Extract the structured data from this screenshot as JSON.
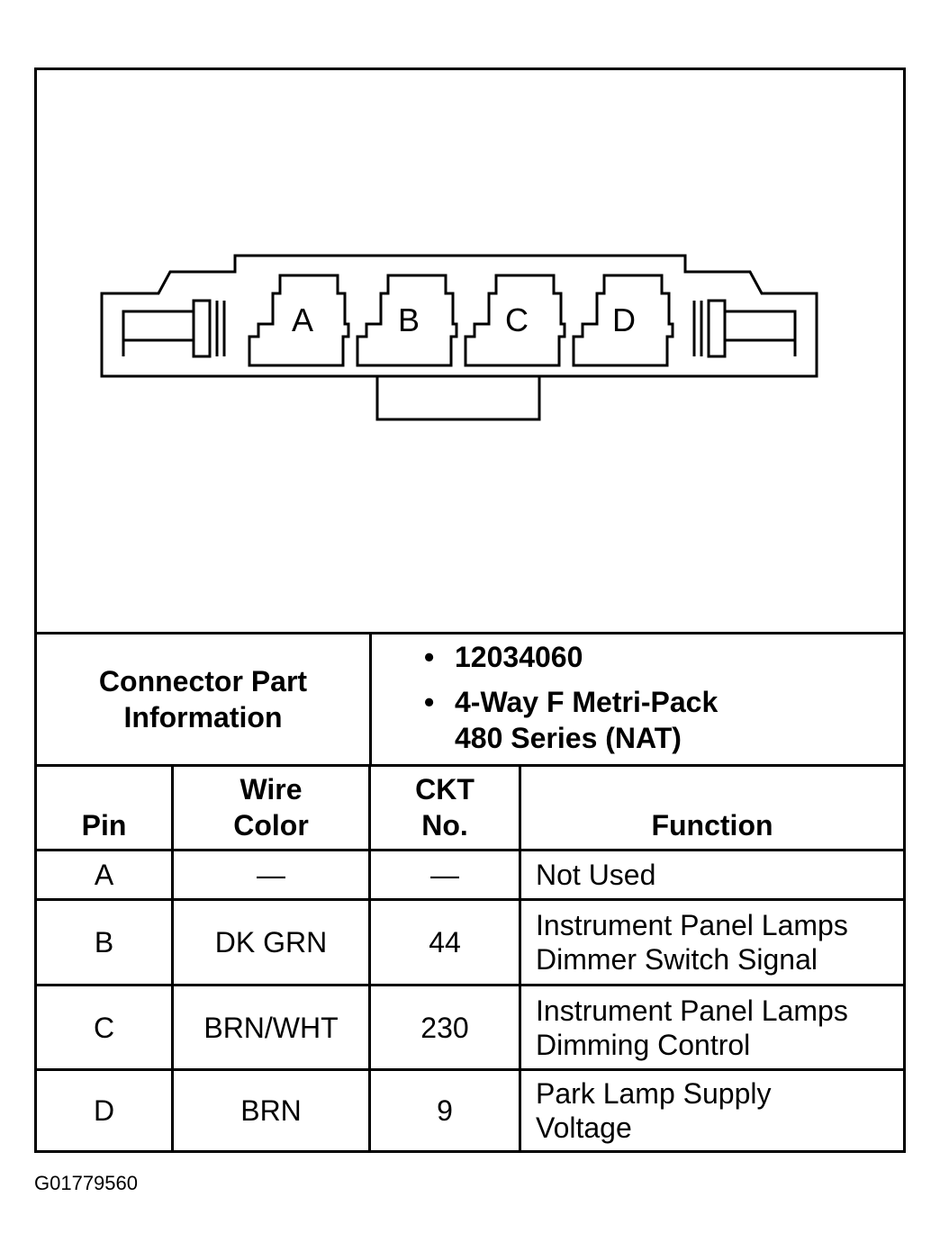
{
  "connector": {
    "pins": [
      "A",
      "B",
      "C",
      "D"
    ]
  },
  "part_info": {
    "label_line1": "Connector Part",
    "label_line2": "Information",
    "bullet_symbol": "•",
    "part_number": "12034060",
    "description_line1": "4-Way F Metri-Pack",
    "description_line2": "480 Series (NAT)"
  },
  "table": {
    "headers": {
      "pin": "Pin",
      "wire_color_line1": "Wire",
      "wire_color_line2": "Color",
      "ckt_line1": "CKT",
      "ckt_line2": "No.",
      "function": "Function"
    },
    "rows": [
      {
        "pin": "A",
        "wire_color": "—",
        "ckt": "—",
        "function_line1": "Not Used",
        "function_line2": ""
      },
      {
        "pin": "B",
        "wire_color": "DK GRN",
        "ckt": "44",
        "function_line1": "Instrument Panel Lamps",
        "function_line2": "Dimmer Switch Signal"
      },
      {
        "pin": "C",
        "wire_color": "BRN/WHT",
        "ckt": "230",
        "function_line1": "Instrument Panel Lamps",
        "function_line2": "Dimming Control"
      },
      {
        "pin": "D",
        "wire_color": "BRN",
        "ckt": "9",
        "function_line1": "Park Lamp Supply",
        "function_line2": "Voltage"
      }
    ]
  },
  "figure_id": "G01779560"
}
